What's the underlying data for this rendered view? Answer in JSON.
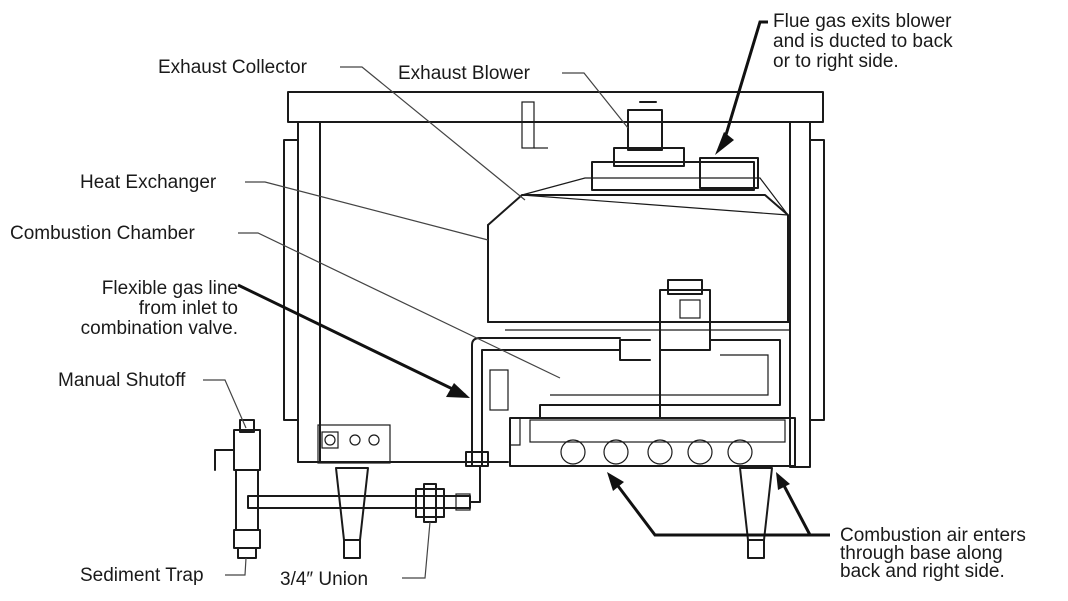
{
  "diagram": {
    "labels": {
      "flue_gas": [
        "Flue gas exits blower",
        "and is ducted to back",
        "or to right side."
      ],
      "exhaust_collector": "Exhaust Collector",
      "exhaust_blower": "Exhaust Blower",
      "heat_exchanger": "Heat Exchanger",
      "combustion_chamber": "Combustion Chamber",
      "flexible_gas_line": [
        "Flexible gas line",
        "from inlet to",
        "combination valve."
      ],
      "manual_shutoff": "Manual Shutoff",
      "sediment_trap": "Sediment Trap",
      "union": "3/4″ Union",
      "combustion_air": [
        "Combustion air enters",
        "through base along",
        "back and right side."
      ]
    }
  }
}
